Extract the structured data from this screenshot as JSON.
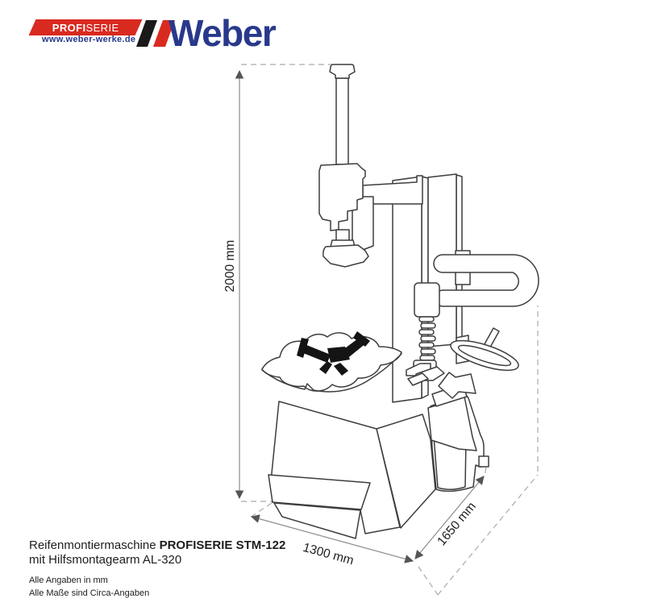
{
  "logo": {
    "profi": "PROFI",
    "serie": "SERIE",
    "url": "www.weber-werke.de",
    "brand": "Weber",
    "red": "#d92a20",
    "blue": "#28398c"
  },
  "dimensions": {
    "height": "2000 mm",
    "width": "1300 mm",
    "depth": "1650 mm"
  },
  "caption": {
    "line1_regular": "Reifenmontiermaschine",
    "line1_bold": "PROFISERIE STM-122",
    "line2": "mit Hilfsmontagearm AL-320",
    "note1": "Alle Angaben in mm",
    "note2": "Alle Maße sind Circa-Angaben"
  },
  "colors": {
    "machine_line": "#3d3d3d",
    "dimension_line": "#8c8c8c",
    "dashed_line": "#ababab",
    "text": "#1d1d1b",
    "clamp_black": "#141414"
  }
}
